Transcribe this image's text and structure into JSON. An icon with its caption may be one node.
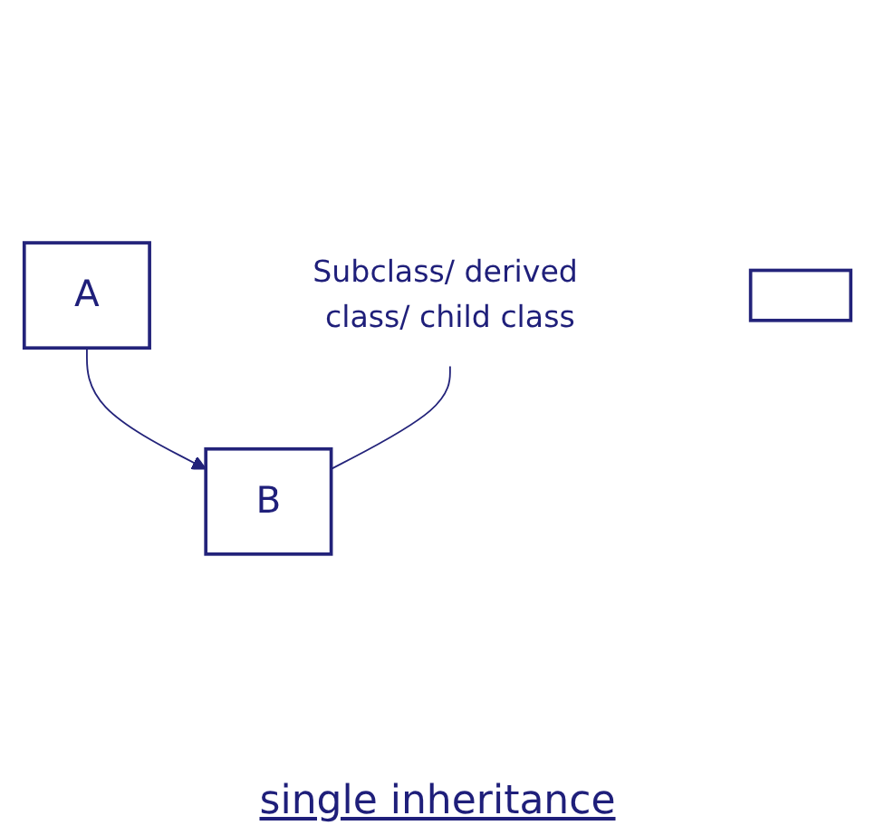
{
  "diagram": {
    "caption": "single inheritance",
    "nodes": [
      {
        "text": [
          "A"
        ]
      },
      {
        "text": [
          "B"
        ]
      },
      {
        "text": [
          "Subclass/ derived class/ child class"
        ]
      },
      {
        "text": [],
        "shape": "box"
      }
    ],
    "edges": [
      {
        "from": 0,
        "to": 1,
        "arrow": "to"
      },
      {
        "from": 2,
        "to": 1,
        "arrow": "none"
      }
    ]
  }
}
